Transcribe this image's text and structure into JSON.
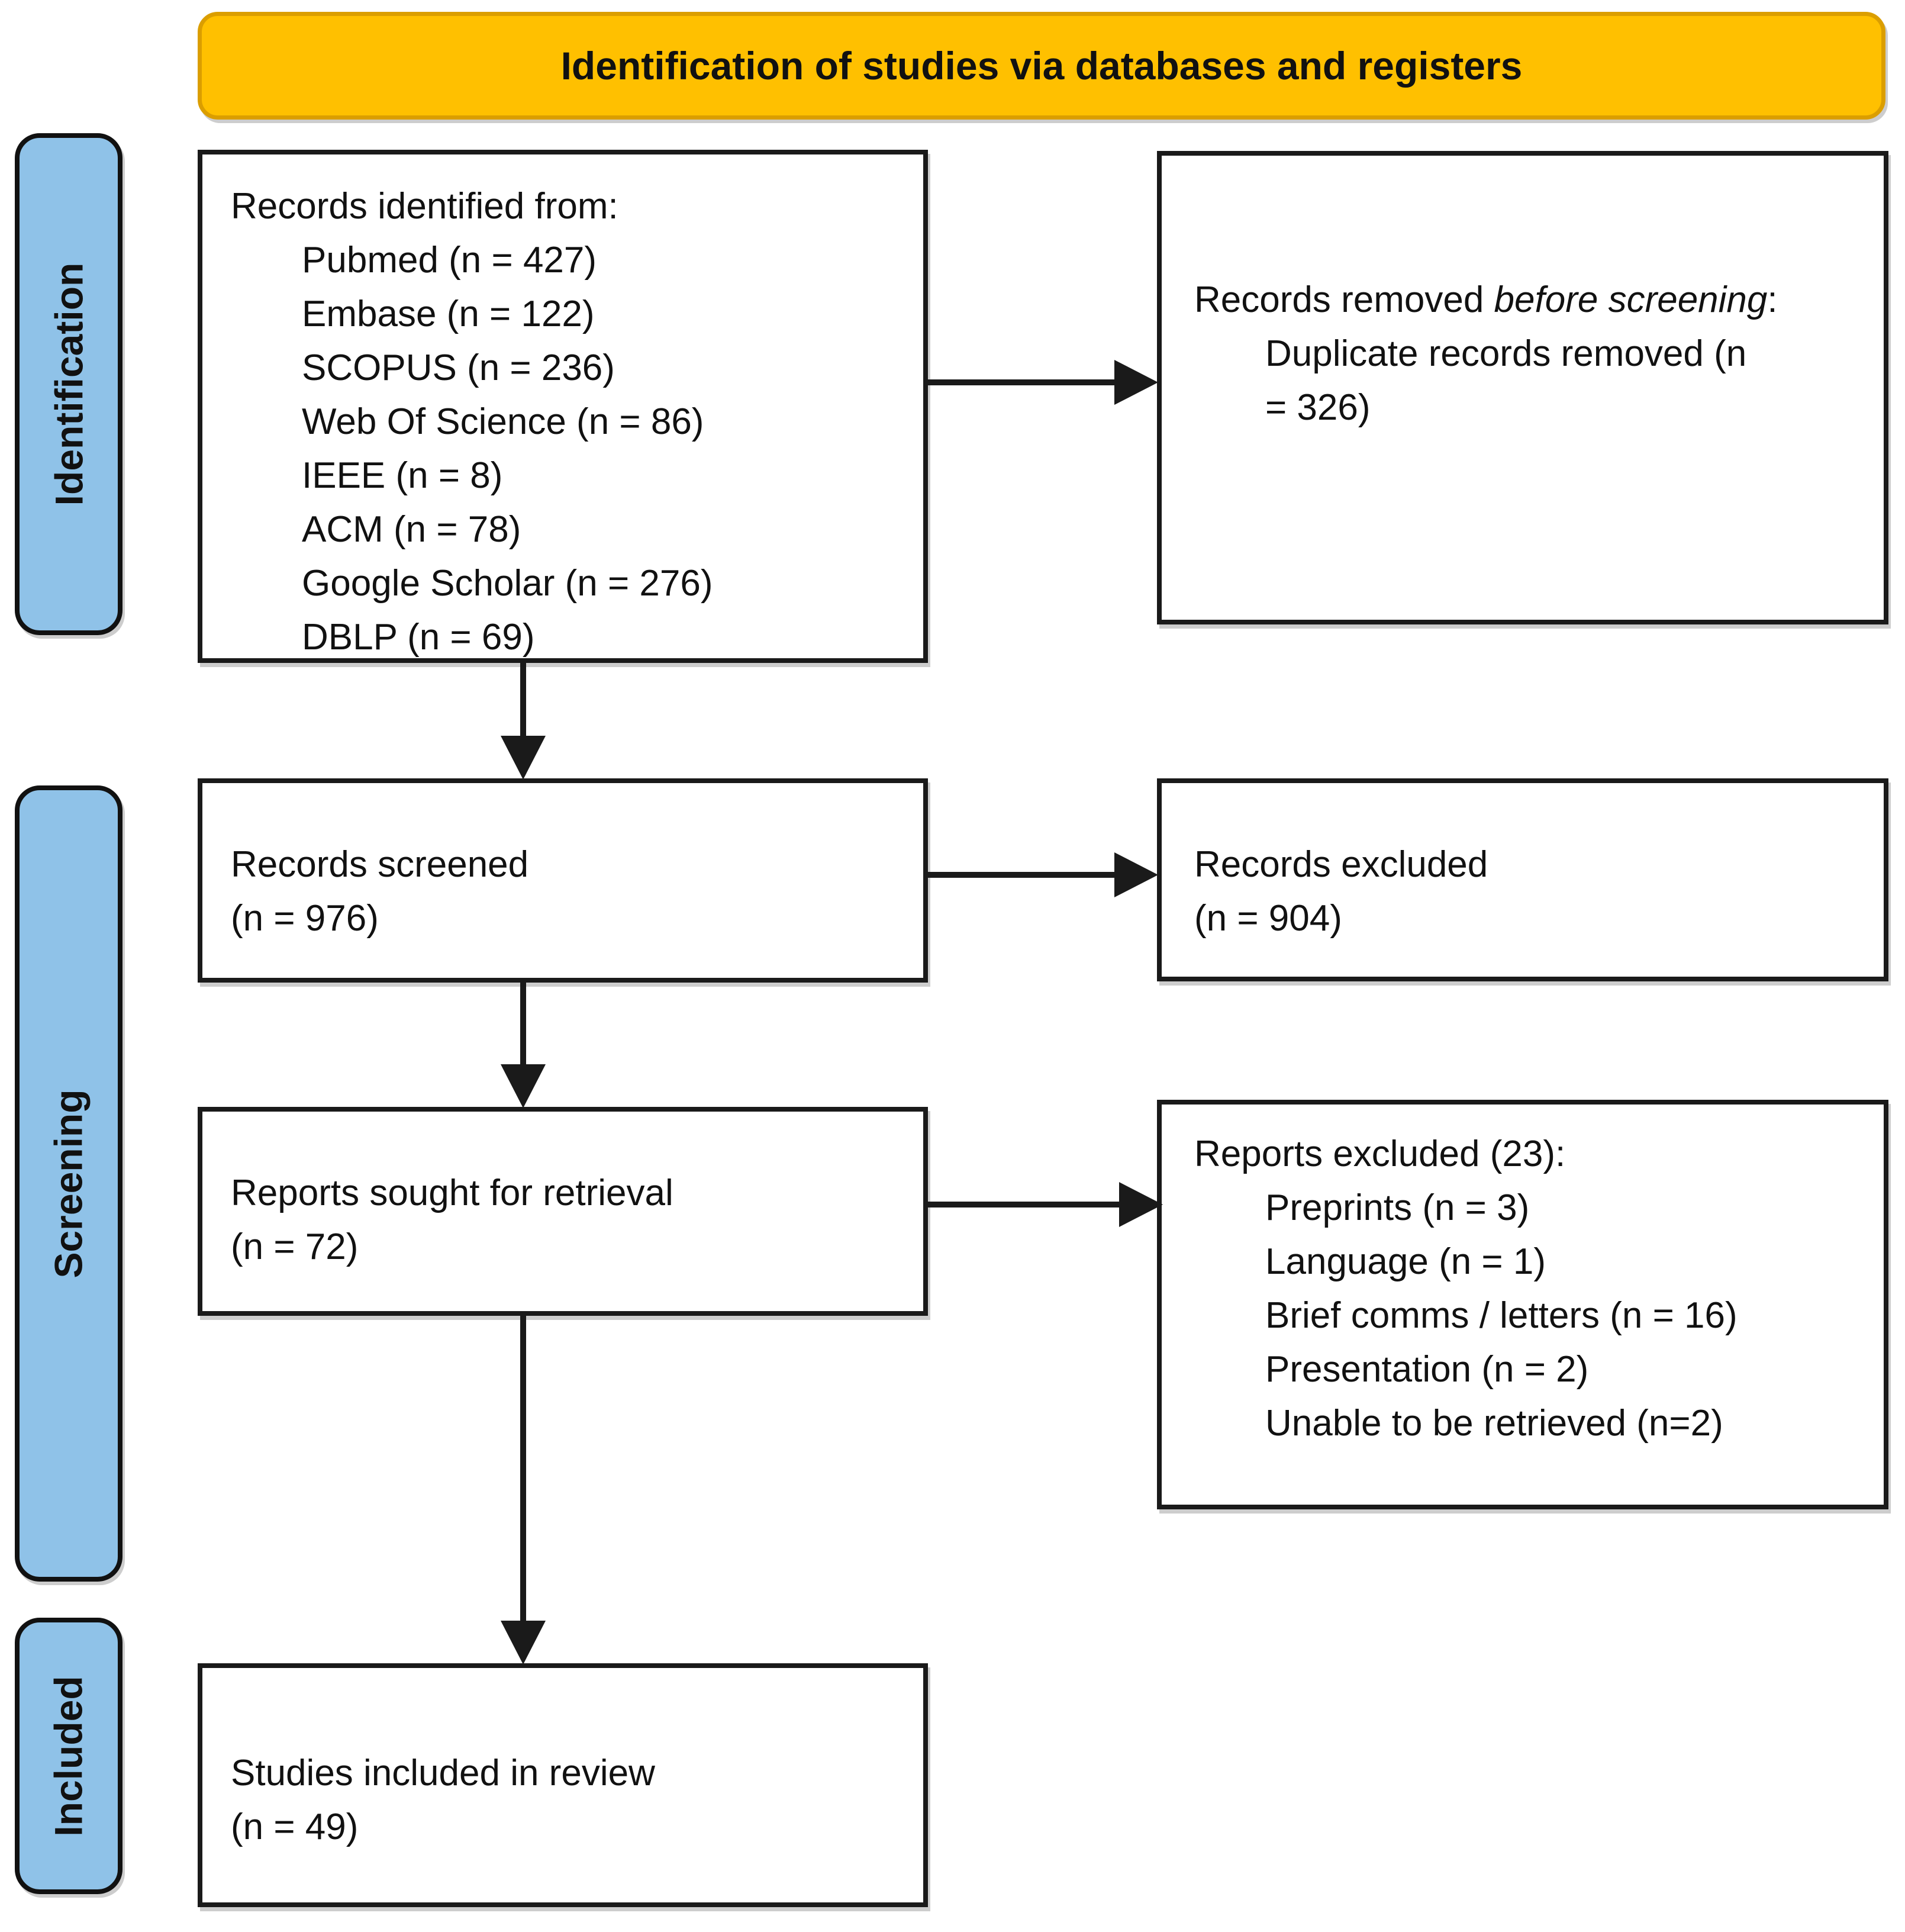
{
  "banner": {
    "title": "Identification of studies via databases and registers"
  },
  "colors": {
    "banner_fill": "#FFC000",
    "banner_border": "#DB9E00",
    "stage_fill": "#8FC2E8",
    "stage_border": "#111111",
    "box_border": "#1A1A1A",
    "arrow": "#1A1A1A"
  },
  "stages": [
    {
      "label": "Identification"
    },
    {
      "label": "Screening"
    },
    {
      "label": "Included"
    }
  ],
  "boxes": {
    "identified": {
      "intro": "Records identified from:",
      "items": [
        "Pubmed (n = 427)",
        "Embase (n = 122)",
        "SCOPUS (n = 236)",
        "Web Of Science (n = 86)",
        "IEEE (n = 8)",
        "ACM (n = 78)",
        "Google Scholar (n = 276)",
        "DBLP (n = 69)"
      ]
    },
    "removed": {
      "intro_prefix": "Records removed ",
      "intro_italic": "before screening",
      "intro_suffix": ":",
      "item": "Duplicate records removed (n = 326)"
    },
    "screened": {
      "line1": "Records screened",
      "line2": "(n = 976)"
    },
    "excluded": {
      "line1": "Records excluded",
      "line2": "(n = 904)"
    },
    "sought": {
      "line1": "Reports sought for retrieval",
      "line2": "(n = 72)"
    },
    "reports_excluded": {
      "intro": "Reports excluded (23):",
      "items": [
        "Preprints (n = 3)",
        "Language (n = 1)",
        "Brief comms / letters (n = 16)",
        "Presentation (n = 2)",
        "Unable to be retrieved (n=2)"
      ]
    },
    "included": {
      "line1": "Studies included in review",
      "line2": "(n = 49)"
    }
  }
}
